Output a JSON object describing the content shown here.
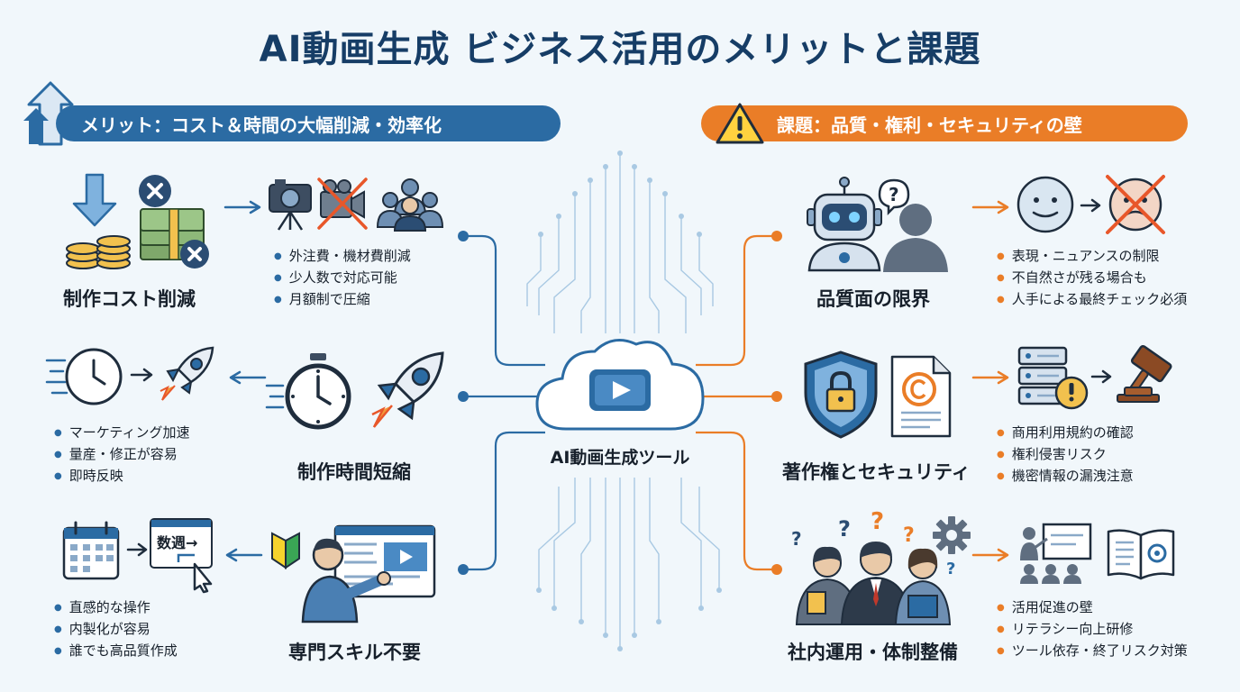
{
  "title": "AI動画生成 ビジネス活用のメリットと課題",
  "colors": {
    "merit": "#2b6ba3",
    "issue": "#ea7d27",
    "navy": "#163d66",
    "background": "#f1f7fb"
  },
  "merits": {
    "banner": "メリット：コスト＆時間の大幅削減・効率化",
    "banner_icon": "arrow-up-icon",
    "items": [
      {
        "title": "制作コスト削減",
        "bullets": [
          "外注費・機材費削減",
          "少人数で対応可能",
          "月額制で圧縮"
        ],
        "icons": [
          "coins-down-icon",
          "cash-cross-icon",
          "camera-icon",
          "crossed-camera-icon",
          "team-icon"
        ]
      },
      {
        "title": "制作時間短縮",
        "bullets": [
          "マーケティング加速",
          "量産・修正が容易",
          "即時反映"
        ],
        "icons": [
          "fast-clock-icon",
          "rocket-icon",
          "stopwatch-icon",
          "rocket-large-icon"
        ]
      },
      {
        "title": "専門スキル不要",
        "bullets": [
          "直感的な操作",
          "内製化が容易",
          "誰でも高品質作成"
        ],
        "icons": [
          "calendar-icon",
          "ui-window-icon",
          "cursor-icon",
          "beginner-mark-icon",
          "user-video-icon"
        ],
        "ui_label": "数週→"
      }
    ]
  },
  "issues": {
    "banner": "課題：品質・権利・セキュリティの壁",
    "banner_icon": "warning-icon",
    "items": [
      {
        "title": "品質面の限界",
        "bullets": [
          "表現・ニュアンスの制限",
          "不自然さが残る場合も",
          "人手による最終チェック必須"
        ],
        "icons": [
          "robot-icon",
          "person-question-icon",
          "smiley-icon",
          "crossed-sad-face-icon"
        ]
      },
      {
        "title": "著作権とセキュリティ",
        "bullets": [
          "商用利用規約の確認",
          "権利侵害リスク",
          "機密情報の漏洩注意"
        ],
        "icons": [
          "shield-lock-icon",
          "copyright-document-icon",
          "server-warning-icon",
          "gavel-icon"
        ]
      },
      {
        "title": "社内運用・体制整備",
        "bullets": [
          "活用促進の壁",
          "リテラシー向上研修",
          "ツール依存・終了リスク対策"
        ],
        "icons": [
          "confused-team-icon",
          "gear-icon",
          "training-icon",
          "manual-book-icon"
        ]
      }
    ]
  },
  "center": {
    "label": "AI動画生成ツール",
    "icon": "cloud-video-icon"
  }
}
